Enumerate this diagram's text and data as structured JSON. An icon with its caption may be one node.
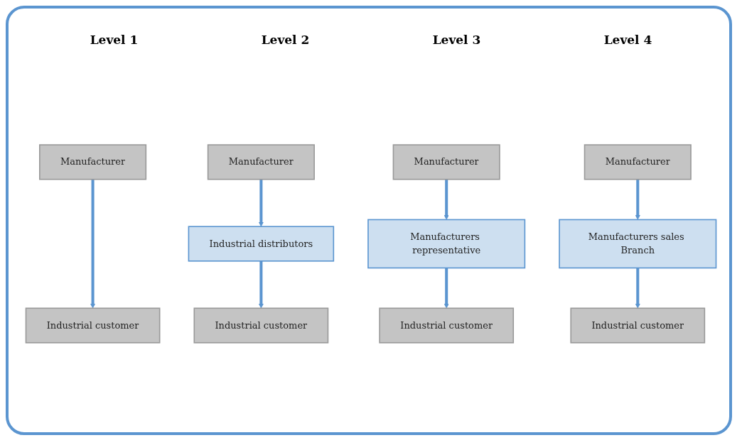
{
  "diagram": {
    "nodes": [
      {
        "text": [
          "Manufacturer"
        ]
      },
      {
        "text": [
          "Manufacturer"
        ]
      },
      {
        "text": [
          "Manufacturer"
        ]
      },
      {
        "text": [
          "Manufacturer"
        ]
      },
      {
        "text": [
          "Industrial distributors"
        ]
      },
      {
        "text": [
          "Manufacturers representative"
        ]
      },
      {
        "text": [
          "Manufacturers sales Branch"
        ]
      },
      {
        "text": [
          "Industrial customer"
        ]
      },
      {
        "text": [
          "Industrial customer"
        ]
      },
      {
        "text": [
          "Industrial customer"
        ]
      },
      {
        "text": [
          "Industrial customer"
        ]
      }
    ],
    "edges": [
      {
        "from": 0,
        "to": 7,
        "arrow": "to"
      },
      {
        "from": 1,
        "to": 4,
        "arrow": "to"
      },
      {
        "from": 4,
        "to": 8,
        "arrow": "to"
      },
      {
        "from": 2,
        "to": 5,
        "arrow": "to"
      },
      {
        "from": 5,
        "to": 9,
        "arrow": "to"
      },
      {
        "from": 3,
        "to": 6,
        "arrow": "to"
      },
      {
        "from": 6,
        "to": 10,
        "arrow": "to"
      }
    ],
    "labels": [
      "Level 1",
      "Level 2",
      "Level 3",
      "Level 4"
    ]
  }
}
